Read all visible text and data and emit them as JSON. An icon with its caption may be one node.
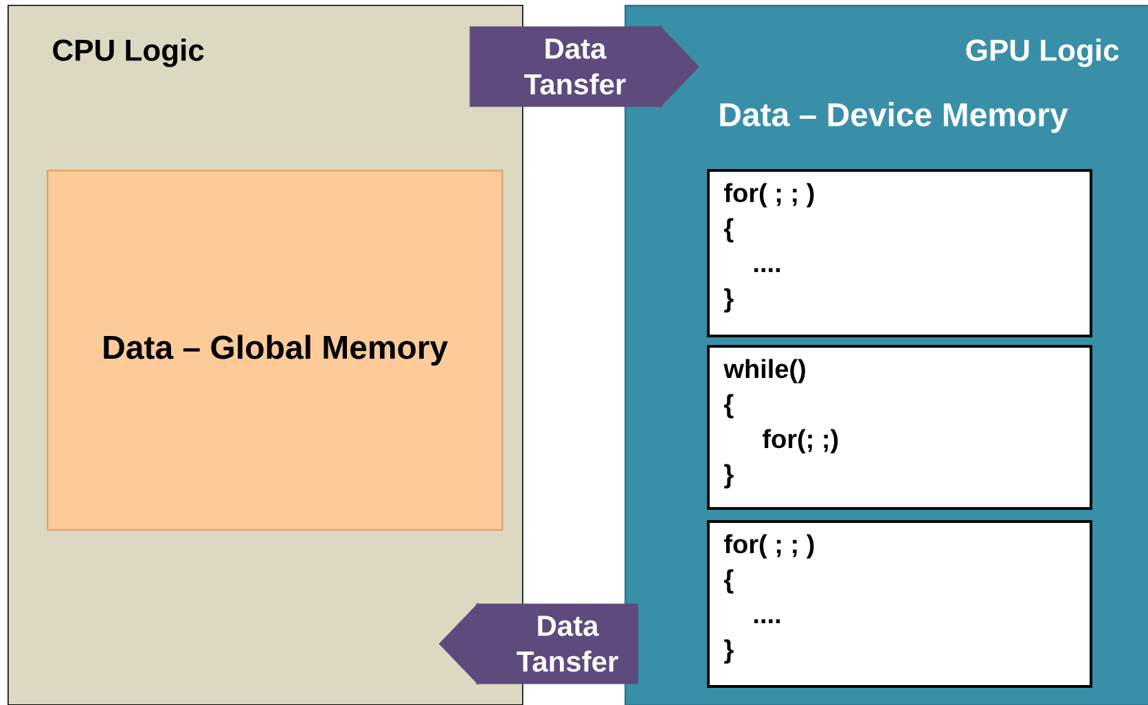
{
  "diagram": {
    "nodes": [
      {
        "text": [
          "CPU Logic"
        ]
      },
      {
        "text": [
          "Data – Global Memory"
        ],
        "in": 0
      },
      {
        "text": [
          "GPU Logic",
          "Data – Device Memory"
        ]
      },
      {
        "text": [
          "for( ;  ; )",
          "{",
          "....",
          "}"
        ],
        "in": 2
      },
      {
        "text": [
          "while()",
          "{",
          "for(; ;)",
          "}"
        ],
        "in": 2
      },
      {
        "text": [
          "for( ;  ; )",
          "{",
          "....",
          "}"
        ],
        "in": 2
      }
    ],
    "edges": [
      {
        "from": 0,
        "to": 2,
        "arrow": "to",
        "label": "Data Tansfer"
      },
      {
        "from": 2,
        "to": 0,
        "arrow": "to",
        "label": "Data Tansfer"
      }
    ]
  }
}
